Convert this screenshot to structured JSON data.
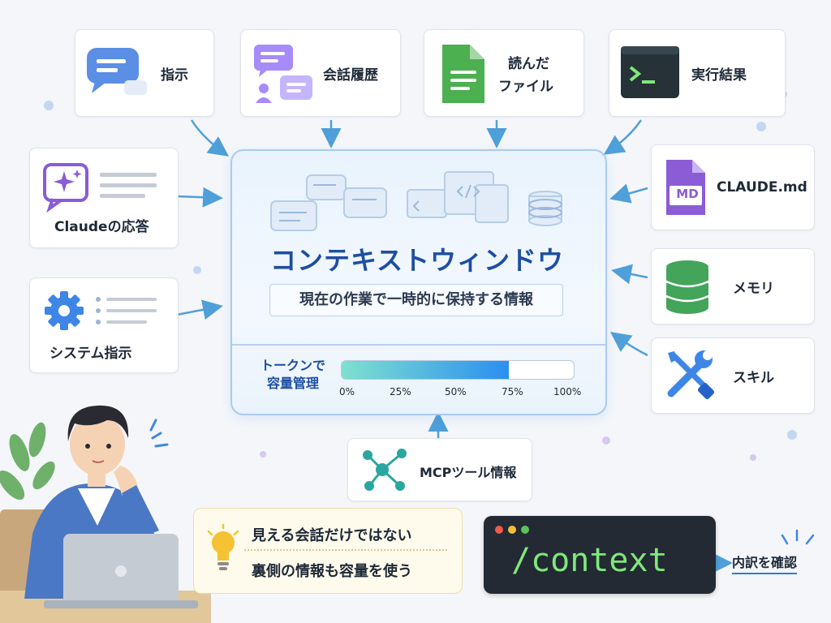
{
  "inputs": {
    "shiji": "指示",
    "kaiwa": "会話履歴",
    "yonda_l1": "読んだ",
    "yonda_l2": "ファイル",
    "jikko": "実行結果",
    "claude_resp": "Claudeの応答",
    "system": "システム指示",
    "claude_md": "CLAUDE.md",
    "md_badge": "MD",
    "memory": "メモリ",
    "skill": "スキル",
    "mcp": "MCPツール情報"
  },
  "context": {
    "title": "コンテキストウィンドウ",
    "subtitle": "現在の作業で一時的に保持する情報",
    "token_l1": "トークンで",
    "token_l2": "容量管理",
    "usage_fraction": 0.72,
    "ticks": [
      "0%",
      "25%",
      "50%",
      "75%",
      "100%"
    ]
  },
  "tip": {
    "line1": "見える会話だけではない",
    "line2": "裏側の情報も容量を使う"
  },
  "terminal": {
    "command": "/context",
    "action": "内訳を確認"
  },
  "colors": {
    "accent_blue": "#2e7be0",
    "title_blue": "#1d4ea3",
    "file_green": "#4caf50",
    "db_green": "#43a55a",
    "md_purple": "#8a5cd6",
    "terminal_bg": "#232a33",
    "command_green": "#7fe87a"
  },
  "icons": [
    "chat-bubble-icon",
    "conversation-history-icon",
    "file-icon",
    "terminal-icon",
    "sparkle-chat-icon",
    "gear-icon",
    "md-file-icon",
    "database-icon",
    "wrench-screwdriver-icon",
    "network-graph-icon",
    "lightbulb-icon",
    "person-thinking-illustration"
  ]
}
